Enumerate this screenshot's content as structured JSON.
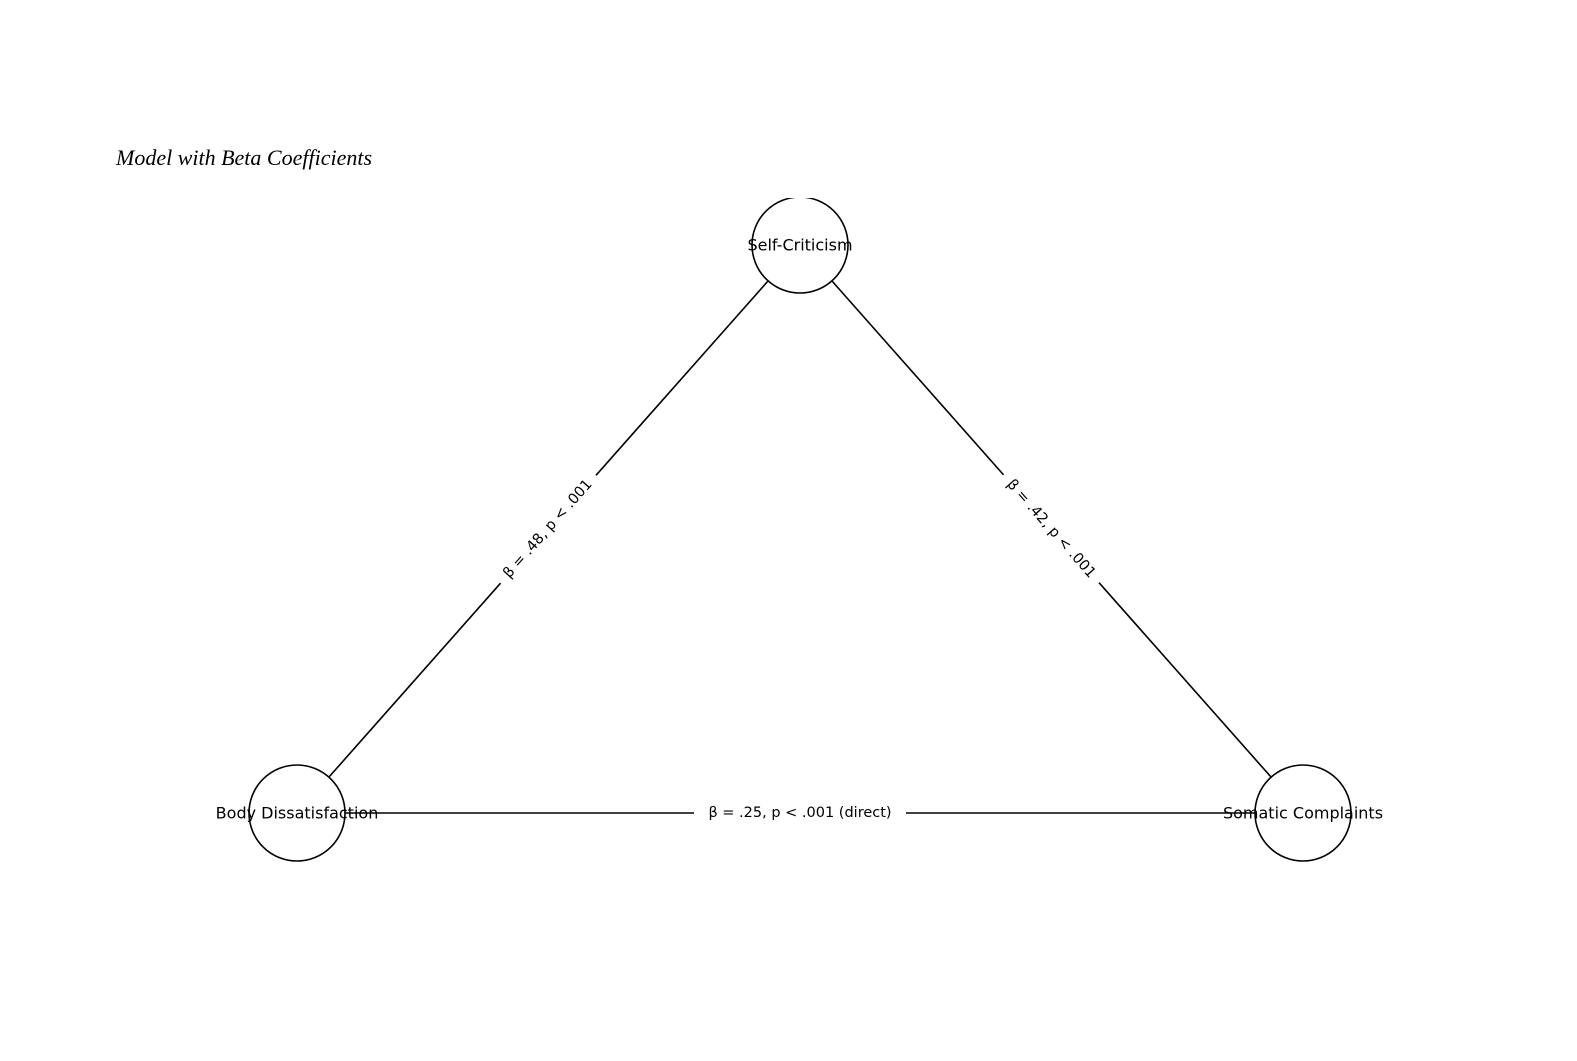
{
  "title": "Model with Beta Coefficients",
  "nodes": {
    "self_criticism": "Self-Criticism",
    "body_dissatisfaction": "Body Dissatisfaction",
    "somatic_complaints": "Somatic Complaints"
  },
  "edges": {
    "bd_to_sc": "β = .48, p < .001",
    "sc_to_som": "β = .42, p < .001",
    "bd_to_som": "β = .25, p < .001 (direct)"
  }
}
